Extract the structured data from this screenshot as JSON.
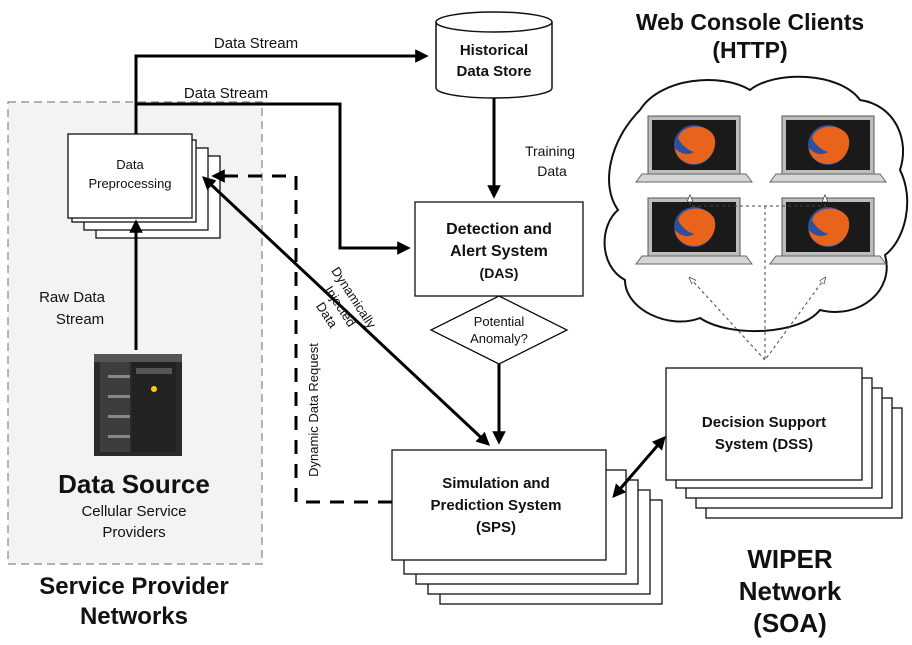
{
  "labels": {
    "data_stream_top": "Data Stream",
    "data_stream_mid": "Data Stream",
    "training_data_1": "Training",
    "training_data_2": "Data",
    "raw_data_1": "Raw Data",
    "raw_data_2": "Stream",
    "dyn_injected_1": "Dynamically",
    "dyn_injected_2": "Injected",
    "dyn_injected_3": "Data",
    "dyn_request": "Dynamic Data Request"
  },
  "nodes": {
    "preprocessing": {
      "line1": "Data",
      "line2": "Preprocessing"
    },
    "historical": {
      "line1": "Historical",
      "line2": "Data Store"
    },
    "das": {
      "line1": "Detection and",
      "line2": "Alert System",
      "line3": "(DAS)"
    },
    "anomaly": {
      "line1": "Potential",
      "line2": "Anomaly?"
    },
    "sps": {
      "line1": "Simulation and",
      "line2": "Prediction System",
      "line3": "(SPS)"
    },
    "dss": {
      "line1": "Decision Support",
      "line2": "System (DSS)"
    }
  },
  "regions": {
    "web_console": {
      "line1": "Web Console Clients",
      "line2": "(HTTP)"
    },
    "data_source": {
      "title": "Data Source",
      "sub1": "Cellular Service",
      "sub2": "Providers"
    },
    "spn": {
      "line1": "Service Provider",
      "line2": "Networks"
    },
    "wiper": {
      "line1": "WIPER",
      "line2": "Network",
      "line3": "(SOA)"
    }
  },
  "colors": {
    "firefox_orange": "#e8631c",
    "firefox_blue": "#2c4f9e",
    "screen": "#1a1a1a"
  }
}
